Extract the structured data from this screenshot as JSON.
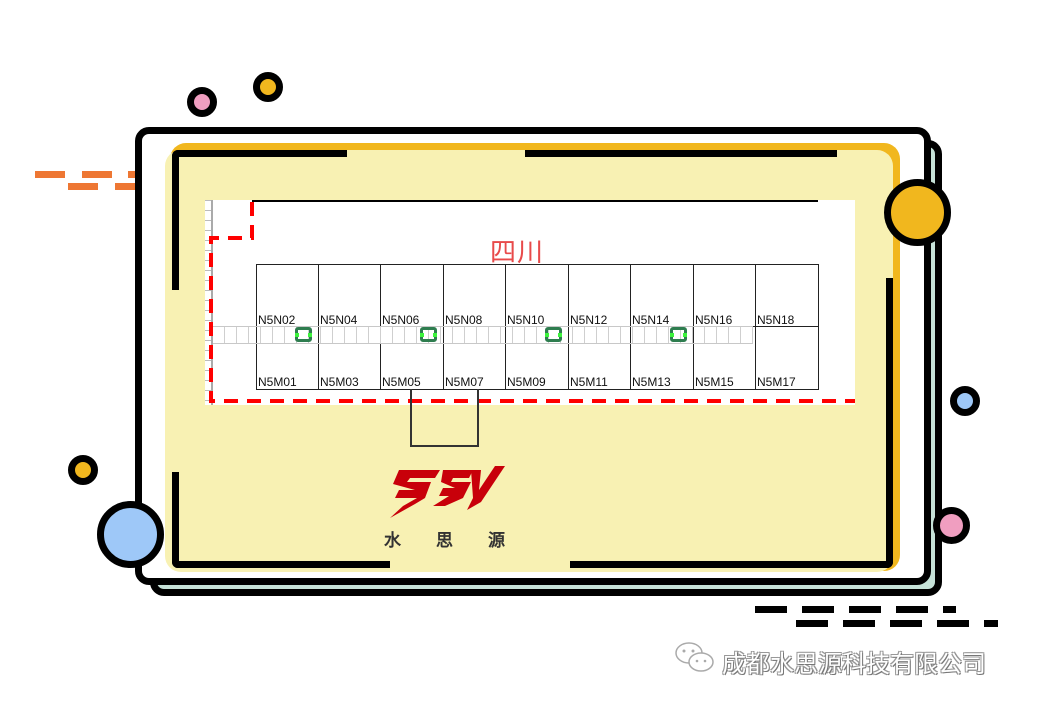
{
  "diagram": {
    "region_label": "四川",
    "top_row": [
      "N5N02",
      "N5N04",
      "N5N06",
      "N5N08",
      "N5N10",
      "N5N12",
      "N5N14",
      "N5N16",
      "N5N18"
    ],
    "bottom_row": [
      "N5M01",
      "N5M03",
      "N5M05",
      "N5M07",
      "N5M09",
      "N5M11",
      "N5M13",
      "N5M15",
      "N5M17"
    ],
    "camera_count": 4
  },
  "logo": {
    "mark": "SSY",
    "chars": [
      "水",
      "思",
      "源"
    ]
  },
  "footer": {
    "wechat_icon": "wechat-icon",
    "company": "成都水思源科技有限公司"
  },
  "colors": {
    "frame_yellow": "#f8f1b3",
    "frame_orange": "#f1b71e",
    "boundary_red": "#ff0000",
    "logo_red": "#c8000a",
    "accent_blue": "#9ec8f8",
    "accent_pink": "#f09ec0",
    "accent_orange_dash": "#ee7733"
  }
}
